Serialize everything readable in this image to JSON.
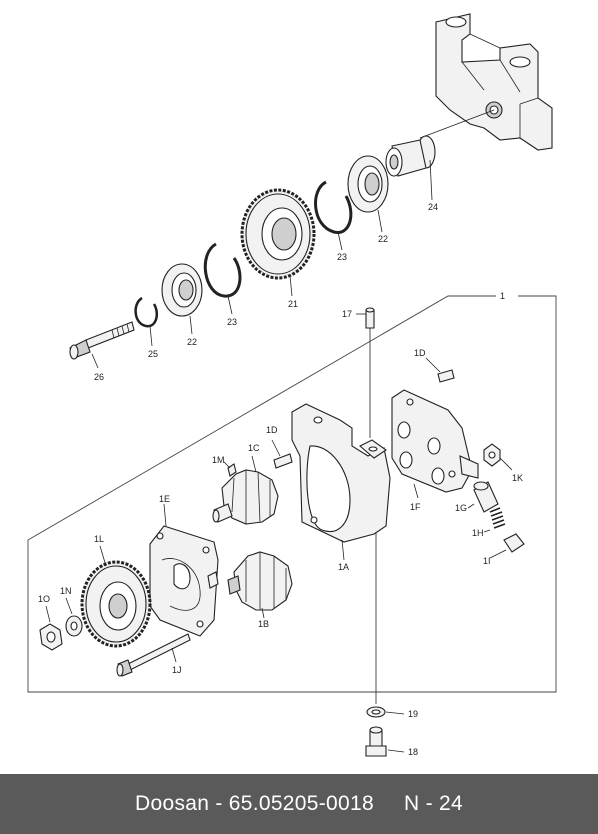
{
  "labels": {
    "l24": "24",
    "l22a": "22",
    "l23a": "23",
    "l21": "21",
    "l23b": "23",
    "l22b": "22",
    "l25": "25",
    "l26": "26",
    "l17": "17",
    "l1": "1",
    "l1D_top": "1D",
    "l1D": "1D",
    "l1C": "1C",
    "l1M": "1M",
    "l1K": "1K",
    "l1F": "1F",
    "l1G": "1G",
    "l1H": "1H",
    "l1I": "1I",
    "l1E": "1E",
    "l1A": "1A",
    "l1B": "1B",
    "l1L": "1L",
    "l1N": "1N",
    "l1O": "1O",
    "l1J": "1J",
    "l19": "19",
    "l18": "18"
  },
  "footer": {
    "part_ref": "Doosan - 65.05205-0018",
    "page": "N - 24"
  }
}
